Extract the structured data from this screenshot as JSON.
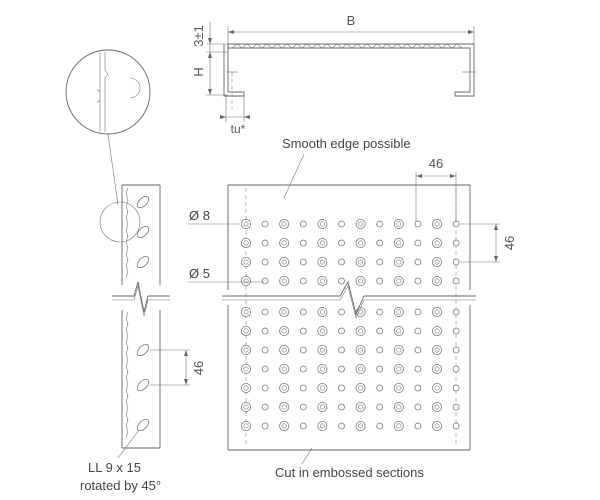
{
  "labels": {
    "b": "B",
    "tolerance": "3±1",
    "h": "H",
    "tu": "tu*",
    "smooth_edge": "Smooth edge possible",
    "pitch_top": "46",
    "pitch_right": "46",
    "pitch_side": "46",
    "dia8": "Ø 8",
    "dia5": "Ø 5",
    "slot_line1": "LL 9 x 15",
    "slot_line2": "rotated by 45°",
    "cut_note": "Cut in embossed sections"
  },
  "colors": {
    "line": "#666666",
    "text": "#444444"
  },
  "icons": {
    "detail_circle": "detail-magnifier-icon",
    "break": "break-line-icon"
  }
}
